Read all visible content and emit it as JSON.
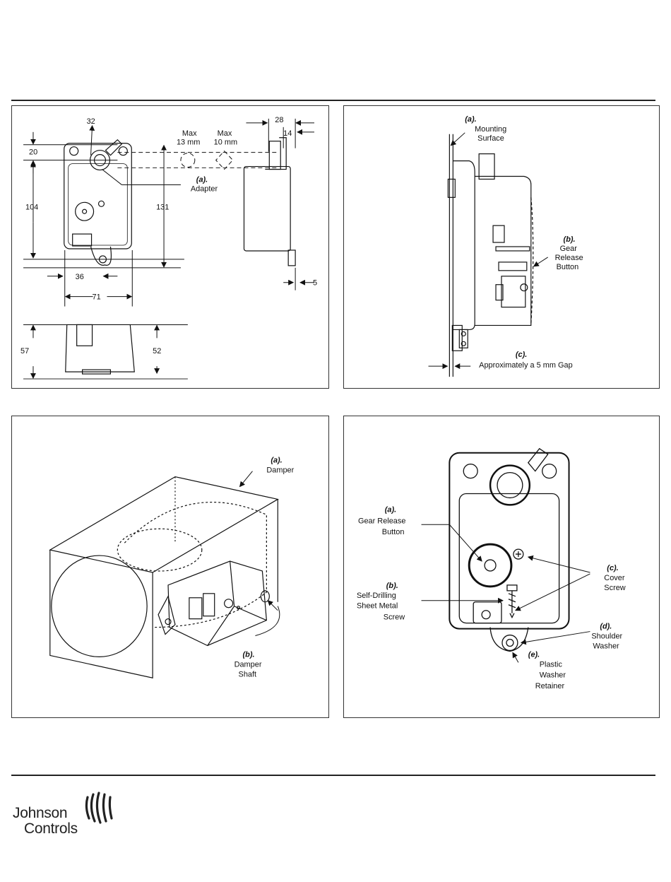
{
  "figure1": {
    "dims": {
      "d32": "32",
      "d28": "28",
      "d14": "14",
      "d20": "20",
      "d104": "104",
      "d131": "131",
      "d36": "36",
      "d71": "71",
      "d5": "5",
      "d57": "57",
      "d52": "52"
    },
    "max1": "Max",
    "max1_val": "13 mm",
    "max2": "Max",
    "max2_val": "10 mm",
    "adapter_tag": "(a).",
    "adapter_label": "Adapter"
  },
  "figure2": {
    "a_tag": "(a).",
    "a_line1": "Mounting",
    "a_line2": "Surface",
    "b_tag": "(b).",
    "b_line1": "Gear",
    "b_line2": "Release",
    "b_line3": "Button",
    "c_tag": "(c).",
    "c_line1": "Approximately a 5 mm Gap"
  },
  "figure3": {
    "a_tag": "(a).",
    "a_line1": "Damper",
    "b_tag": "(b).",
    "b_line1": "Damper",
    "b_line2": "Shaft"
  },
  "figure4": {
    "a_tag": "(a).",
    "a_line1": "Gear Release",
    "a_line2": "Button",
    "b_tag": "(b).",
    "b_line1": "Self-Drilling",
    "b_line2": "Sheet Metal",
    "b_line3": "Screw",
    "c_tag": "(c).",
    "c_line1": "Cover",
    "c_line2": "Screw",
    "d_tag": "(d).",
    "d_line1": "Shoulder",
    "d_line2": "Washer",
    "e_tag": "(e).",
    "e_line1": "Plastic",
    "e_line2": "Washer",
    "e_line3": "Retainer"
  },
  "footer": {
    "brand_line1": "Johnson",
    "brand_line2": "Controls"
  }
}
